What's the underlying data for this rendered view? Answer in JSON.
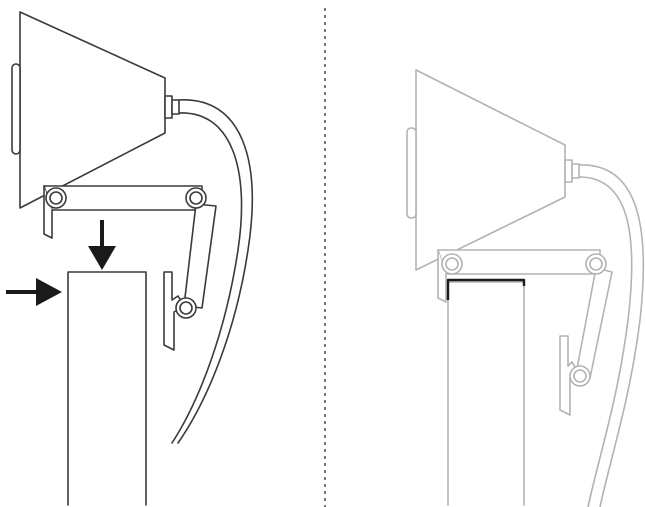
{
  "diagram": {
    "panels": [
      {
        "id": "left",
        "state": "attaching",
        "stroke_color": "#3a3a3a",
        "arrows": [
          "arrow-down-icon",
          "arrow-right-icon"
        ]
      },
      {
        "id": "right",
        "state": "mounted",
        "stroke_color": "#b3b3b3",
        "contact_highlight_color": "#1a1a1a"
      }
    ],
    "divider": "dotted-vertical",
    "colors": {
      "background": "#ffffff",
      "dark_stroke": "#3a3a3a",
      "light_stroke": "#b3b3b3",
      "arrow_fill": "#1a1a1a",
      "divider": "#555555"
    }
  }
}
